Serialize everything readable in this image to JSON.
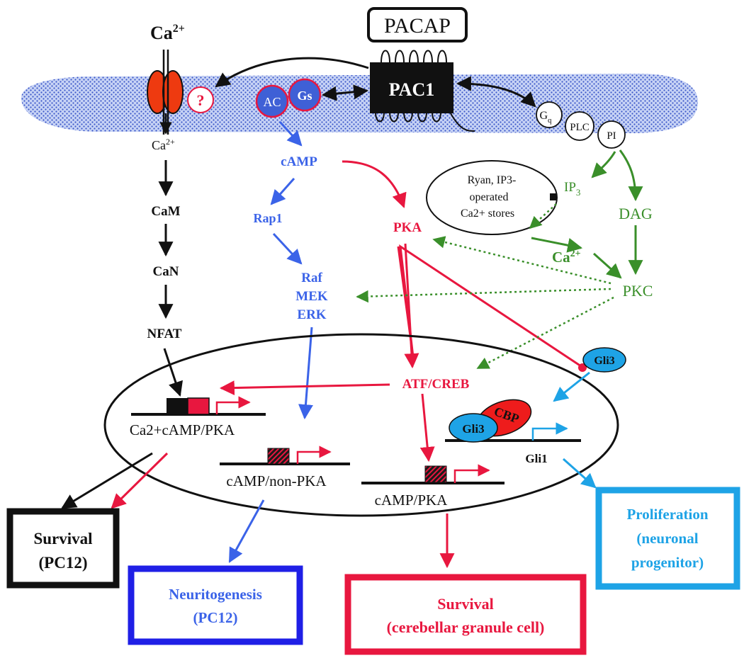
{
  "colors": {
    "black": "#111111",
    "blue": "#3b63e8",
    "red": "#e8173f",
    "green": "#3a8f2a",
    "cyan": "#1ea3e6",
    "channel_red": "#ee3a10",
    "membrane_blue": "#8fa6e6",
    "ac_blue": "#3f60d6"
  },
  "receptor": {
    "ligand": "PACAP",
    "receptor": "PAC1"
  },
  "membrane": {
    "ca_outside_base": "Ca",
    "ca_outside_sup": "2+",
    "unknown": "?",
    "ac": "AC",
    "gs": "Gs",
    "gq_base": "G",
    "gq_sub": "q",
    "plc": "PLC",
    "pi": "PI"
  },
  "left_path": {
    "ca_in_base": "Ca",
    "ca_in_sup": "2+",
    "cam": "CaM",
    "can": "CaN",
    "nfat": "NFAT"
  },
  "blue_path": {
    "camp": "cAMP",
    "rap1": "Rap1",
    "raf": "Raf",
    "mek": "MEK",
    "erk": "ERK"
  },
  "red_path": {
    "pka": "PKA",
    "atf_creb": "ATF/CREB"
  },
  "green_path": {
    "store_line1": "Ryan, IP3-",
    "store_line2": "operated",
    "store_line3": "Ca2+ stores",
    "ip3_base": "IP",
    "ip3_sub": "3",
    "dag": "DAG",
    "ca_base": "Ca",
    "ca_sup": "2+",
    "pkc": "PKC"
  },
  "nucleus": {
    "gli3_outside": "Gli3",
    "gli3_inside": "Gli3",
    "cbp": "CBP",
    "gli1": "Gli1",
    "promoter_ca_camp": "Ca2+cAMP/PKA",
    "promoter_camp_nonpka": "cAMP/non-PKA",
    "promoter_camp_pka": "cAMP/PKA"
  },
  "outcomes": {
    "survival_pc12_line1": "Survival",
    "survival_pc12_line2": "(PC12)",
    "neuritogenesis_line1": "Neuritogenesis",
    "neuritogenesis_line2": "(PC12)",
    "survival_cgc_line1": "Survival",
    "survival_cgc_line2": "(cerebellar granule cell)",
    "proliferation_line1": "Proliferation",
    "proliferation_line2": "(neuronal",
    "proliferation_line3": "progenitor)"
  }
}
